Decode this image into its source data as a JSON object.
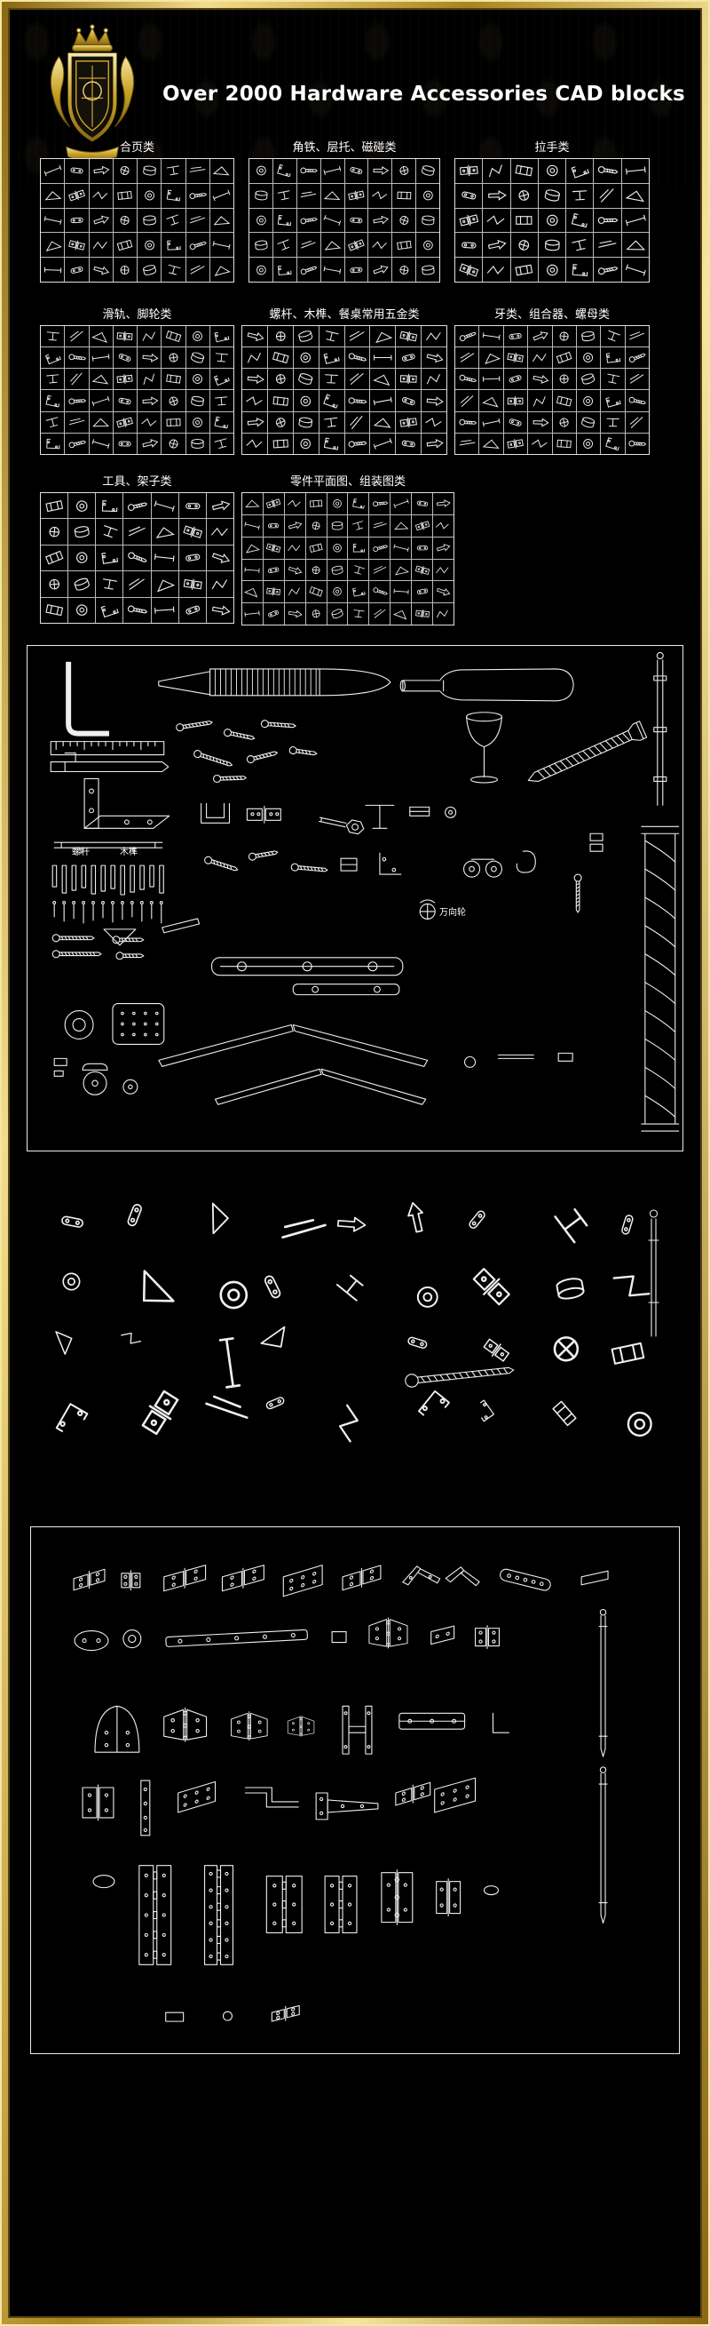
{
  "header": {
    "title": "Over 2000 Hardware Accessories CAD blocks"
  },
  "colors": {
    "background": "#000000",
    "frame_gold_light": "#f3dc8b",
    "frame_gold": "#c9a227",
    "frame_gold_dark": "#7a5c12",
    "drawing_line": "#efefef",
    "grid_line": "#b9b9b9",
    "text": "#ffffff"
  },
  "catalog_sections": [
    {
      "label": "合页类",
      "cols": 8,
      "rows": 5
    },
    {
      "label": "角铁、层托、磁碰类",
      "cols": 8,
      "rows": 5
    },
    {
      "label": "拉手类",
      "cols": 7,
      "rows": 5
    },
    {
      "label": "滑轨、脚轮类",
      "cols": 8,
      "rows": 6
    },
    {
      "label": "螺杆、木榫、餐桌常用五金类",
      "cols": 8,
      "rows": 6
    },
    {
      "label": "牙类、组合器、螺母类",
      "cols": 8,
      "rows": 6
    },
    {
      "label": "工具、架子类",
      "cols": 7,
      "rows": 5
    },
    {
      "label": "零件平面图、组装图类",
      "cols": 10,
      "rows": 6
    }
  ],
  "panel1": {
    "annotations": [
      {
        "text": "螺杆"
      },
      {
        "text": "木榫"
      },
      {
        "text": "万向轮"
      }
    ]
  }
}
